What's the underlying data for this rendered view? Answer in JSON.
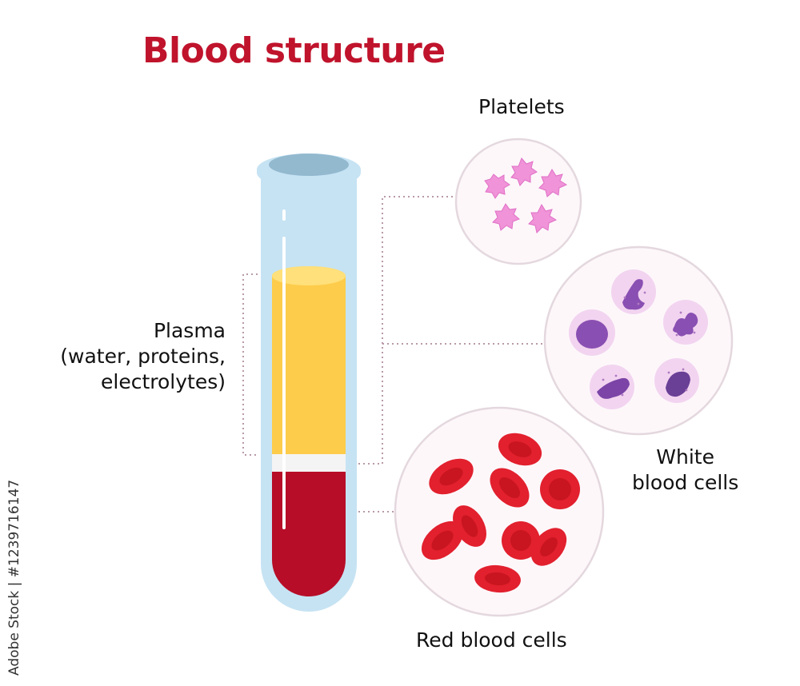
{
  "title": "Blood structure",
  "labels": {
    "plasma": [
      "Plasma",
      "(water, proteins,",
      "electrolytes)"
    ],
    "platelets": "Platelets",
    "white_blood_cells": [
      "White",
      "blood cells"
    ],
    "red_blood_cells": "Red blood cells"
  },
  "stock_id": "Adobe Stock | #1239716147",
  "colors": {
    "title": "#c0132c",
    "tube_glass": "#c6e3f3",
    "plasma": "#fdcc4b",
    "buffy_coat": "#f4f4f4",
    "red_blood": "#b70d28",
    "rbc_cell": "#e2202e",
    "platelet": "#f093d8",
    "wbc_cell": "#f2d4f0",
    "wbc_nucleus": "#8a4fb2",
    "connector": "#b99aa8"
  }
}
